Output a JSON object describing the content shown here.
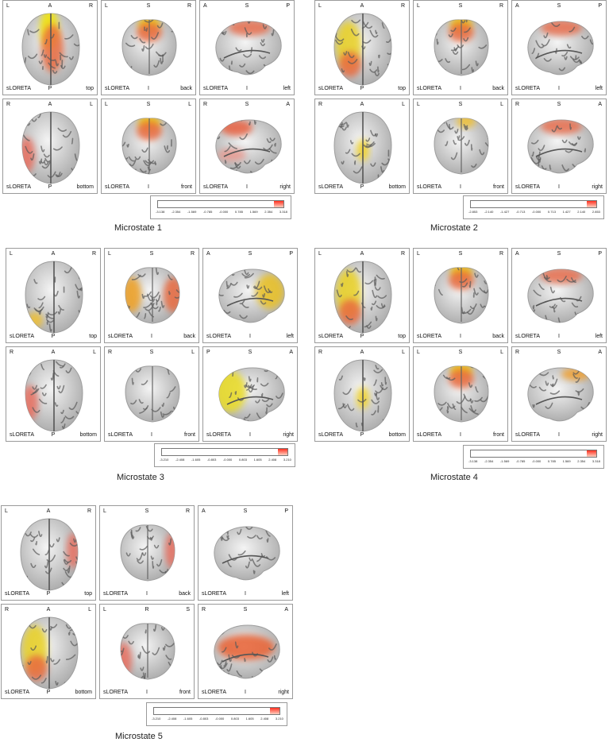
{
  "microstates": [
    {
      "title": "Microstate 1",
      "panels": [
        {
          "view": "top",
          "tl": "L",
          "tc": "A",
          "tr": "R",
          "bl": "sLORETA",
          "bc": "P",
          "br": "top",
          "shape": "top",
          "hot": "midline"
        },
        {
          "view": "back",
          "tl": "L",
          "tc": "S",
          "tr": "R",
          "bl": "sLORETA",
          "bc": "I",
          "br": "back",
          "shape": "back",
          "hot": "topcenter"
        },
        {
          "view": "left",
          "tl": "A",
          "tc": "S",
          "tr": "P",
          "bl": "sLORETA",
          "bc": "I",
          "br": "left",
          "shape": "side",
          "hot": "upper"
        },
        {
          "view": "bottom",
          "tl": "R",
          "tc": "A",
          "tr": "L",
          "bl": "sLORETA",
          "bc": "P",
          "br": "bottom",
          "shape": "top",
          "hot": "leftedge"
        },
        {
          "view": "front",
          "tl": "L",
          "tc": "S",
          "tr": "L",
          "bl": "sLORETA",
          "bc": "I",
          "br": "front",
          "shape": "back",
          "hot": "topcenter"
        },
        {
          "view": "right",
          "tl": "R",
          "tc": "S",
          "tr": "A",
          "bl": "sLORETA",
          "bc": "I",
          "br": "right",
          "shape": "side",
          "hot": "upperleft"
        }
      ],
      "scale_ticks": [
        "-3.138",
        "-2.354",
        "-1.569",
        "-0.785",
        "-0.000",
        "0.785",
        "1.569",
        "2.354",
        "3.318"
      ]
    },
    {
      "title": "Microstate 2",
      "panels": [
        {
          "view": "top",
          "tl": "L",
          "tc": "A",
          "tr": "R",
          "bl": "sLORETA",
          "bc": "P",
          "br": "top",
          "shape": "top",
          "hot": "leftlobe"
        },
        {
          "view": "back",
          "tl": "L",
          "tc": "S",
          "tr": "R",
          "bl": "sLORETA",
          "bc": "I",
          "br": "back",
          "shape": "back",
          "hot": "topcenter"
        },
        {
          "view": "left",
          "tl": "A",
          "tc": "S",
          "tr": "P",
          "bl": "sLORETA",
          "bc": "I",
          "br": "left",
          "shape": "side",
          "hot": "upper"
        },
        {
          "view": "bottom",
          "tl": "R",
          "tc": "A",
          "tr": "L",
          "bl": "sLORETA",
          "bc": "P",
          "br": "bottom",
          "shape": "top",
          "hot": "center"
        },
        {
          "view": "front",
          "tl": "L",
          "tc": "S",
          "tr": "L",
          "bl": "sLORETA",
          "bc": "I",
          "br": "front",
          "shape": "back",
          "hot": "topright"
        },
        {
          "view": "right",
          "tl": "R",
          "tc": "S",
          "tr": "A",
          "bl": "sLORETA",
          "bc": "I",
          "br": "right",
          "shape": "side",
          "hot": "upper"
        }
      ],
      "scale_ticks": [
        "-2.853",
        "-2.140",
        "-1.427",
        "-0.713",
        "-0.000",
        "0.713",
        "1.427",
        "2.140",
        "2.853"
      ]
    },
    {
      "title": "Microstate 3",
      "panels": [
        {
          "view": "top",
          "tl": "L",
          "tc": "A",
          "tr": "R",
          "bl": "sLORETA",
          "bc": "P",
          "br": "top",
          "shape": "top",
          "hot": "bottomleft"
        },
        {
          "view": "back",
          "tl": "L",
          "tc": "S",
          "tr": "R",
          "bl": "sLORETA",
          "bc": "I",
          "br": "back",
          "shape": "back",
          "hot": "sides"
        },
        {
          "view": "left",
          "tl": "A",
          "tc": "S",
          "tr": "P",
          "bl": "sLORETA",
          "bc": "I",
          "br": "left",
          "shape": "side",
          "hot": "right"
        },
        {
          "view": "bottom",
          "tl": "R",
          "tc": "A",
          "tr": "L",
          "bl": "sLORETA",
          "bc": "P",
          "br": "bottom",
          "shape": "top",
          "hot": "leftedge"
        },
        {
          "view": "front",
          "tl": "R",
          "tc": "S",
          "tr": "L",
          "bl": "sLORETA",
          "bc": "I",
          "br": "front",
          "shape": "back",
          "hot": "none"
        },
        {
          "view": "right",
          "tl": "P",
          "tc": "S",
          "tr": "A",
          "bl": "sLORETA",
          "bc": "I",
          "br": "right",
          "shape": "side",
          "hot": "left"
        }
      ],
      "scale_ticks": [
        "-3.210",
        "-2.408",
        "-1.605",
        "-0.803",
        "-0.000",
        "0.803",
        "1.605",
        "2.408",
        "3.210"
      ]
    },
    {
      "title": "Microstate 4",
      "panels": [
        {
          "view": "top",
          "tl": "L",
          "tc": "A",
          "tr": "R",
          "bl": "sLORETA",
          "bc": "P",
          "br": "top",
          "shape": "top",
          "hot": "leftlobe"
        },
        {
          "view": "back",
          "tl": "L",
          "tc": "S",
          "tr": "R",
          "bl": "sLORETA",
          "bc": "I",
          "br": "back",
          "shape": "back",
          "hot": "topcenter"
        },
        {
          "view": "left",
          "tl": "A",
          "tc": "S",
          "tr": "P",
          "bl": "sLORETA",
          "bc": "I",
          "br": "left",
          "shape": "side",
          "hot": "upper"
        },
        {
          "view": "bottom",
          "tl": "R",
          "tc": "A",
          "tr": "L",
          "bl": "sLORETA",
          "bc": "P",
          "br": "bottom",
          "shape": "top",
          "hot": "center"
        },
        {
          "view": "front",
          "tl": "L",
          "tc": "S",
          "tr": "L",
          "bl": "sLORETA",
          "bc": "I",
          "br": "front",
          "shape": "back",
          "hot": "topcenter"
        },
        {
          "view": "right",
          "tl": "R",
          "tc": "S",
          "tr": "A",
          "bl": "sLORETA",
          "bc": "I",
          "br": "right",
          "shape": "side",
          "hot": "upperright"
        }
      ],
      "scale_ticks": [
        "-3.138",
        "-2.354",
        "-1.569",
        "-0.785",
        "-0.000",
        "0.785",
        "1.569",
        "2.354",
        "3.318"
      ]
    },
    {
      "title": "Microstate 5",
      "panels": [
        {
          "view": "top",
          "tl": "L",
          "tc": "A",
          "tr": "R",
          "bl": "sLORETA",
          "bc": "P",
          "br": "top",
          "shape": "top",
          "hot": "rightedge"
        },
        {
          "view": "back",
          "tl": "L",
          "tc": "S",
          "tr": "R",
          "bl": "sLORETA",
          "bc": "I",
          "br": "back",
          "shape": "back",
          "hot": "rightedge"
        },
        {
          "view": "left",
          "tl": "A",
          "tc": "S",
          "tr": "P",
          "bl": "sLORETA",
          "bc": "I",
          "br": "left",
          "shape": "side",
          "hot": "none"
        },
        {
          "view": "bottom",
          "tl": "R",
          "tc": "A",
          "tr": "L",
          "bl": "sLORETA",
          "bc": "P",
          "br": "bottom",
          "shape": "top",
          "hot": "leftlobe"
        },
        {
          "view": "front",
          "tl": "L",
          "tc": "R",
          "tr": "S",
          "bl": "sLORETA",
          "bc": "I",
          "br": "front",
          "shape": "back",
          "hot": "leftedge"
        },
        {
          "view": "right",
          "tl": "R",
          "tc": "S",
          "tr": "A",
          "bl": "sLORETA",
          "bc": "I",
          "br": "right",
          "shape": "side",
          "hot": "centerband"
        }
      ],
      "scale_ticks": [
        "-3.210",
        "-2.408",
        "-1.605",
        "-0.803",
        "-0.000",
        "0.803",
        "1.605",
        "2.408",
        "3.210"
      ]
    }
  ],
  "colors": {
    "cortex": "#d8d8d8",
    "sulcus": "#5a5a5a",
    "hot_red": "#e83a2a",
    "hot_yellow": "#f2e400",
    "panel_border": "#9a9a9a"
  }
}
